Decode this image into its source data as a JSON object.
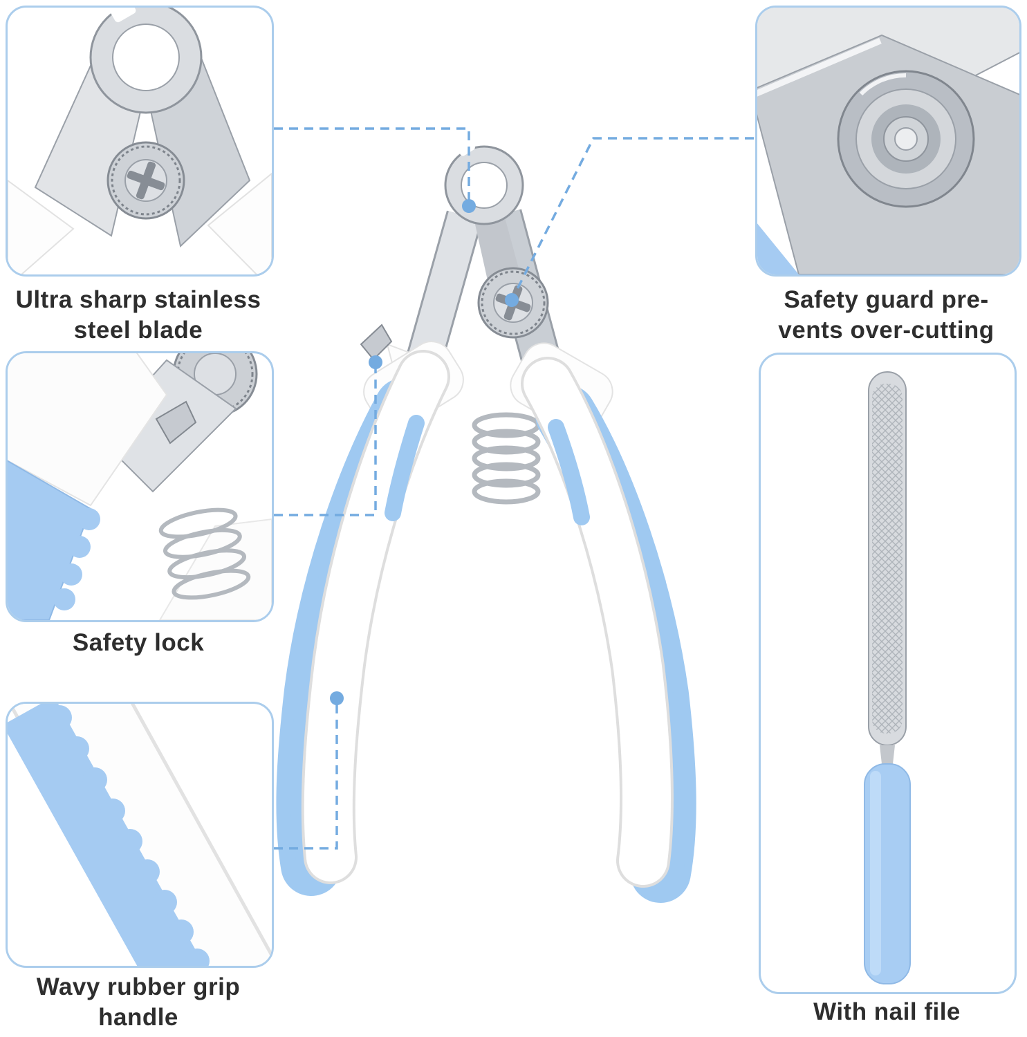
{
  "labels": {
    "blade": {
      "line1": "Ultra sharp stainless",
      "line2": "steel blade"
    },
    "lock": {
      "line1": "Safety lock",
      "line2": ""
    },
    "grip": {
      "line1": "Wavy rubber grip",
      "line2": "handle"
    },
    "guard": {
      "line1": "Safety guard pre-",
      "line2": "vents over-cutting"
    },
    "file": {
      "line1": "With nail file",
      "line2": ""
    }
  },
  "colors": {
    "callout_border": "#abcdec",
    "connector_blue": "#74abe0",
    "grip_blue": "#a5cbf2",
    "handle_white": "#fdfdfd",
    "metal_light": "#e2e4e7",
    "metal_mid": "#cfd3d8",
    "metal_dark": "#9aa0a8",
    "label_text": "#2e2e2e"
  }
}
